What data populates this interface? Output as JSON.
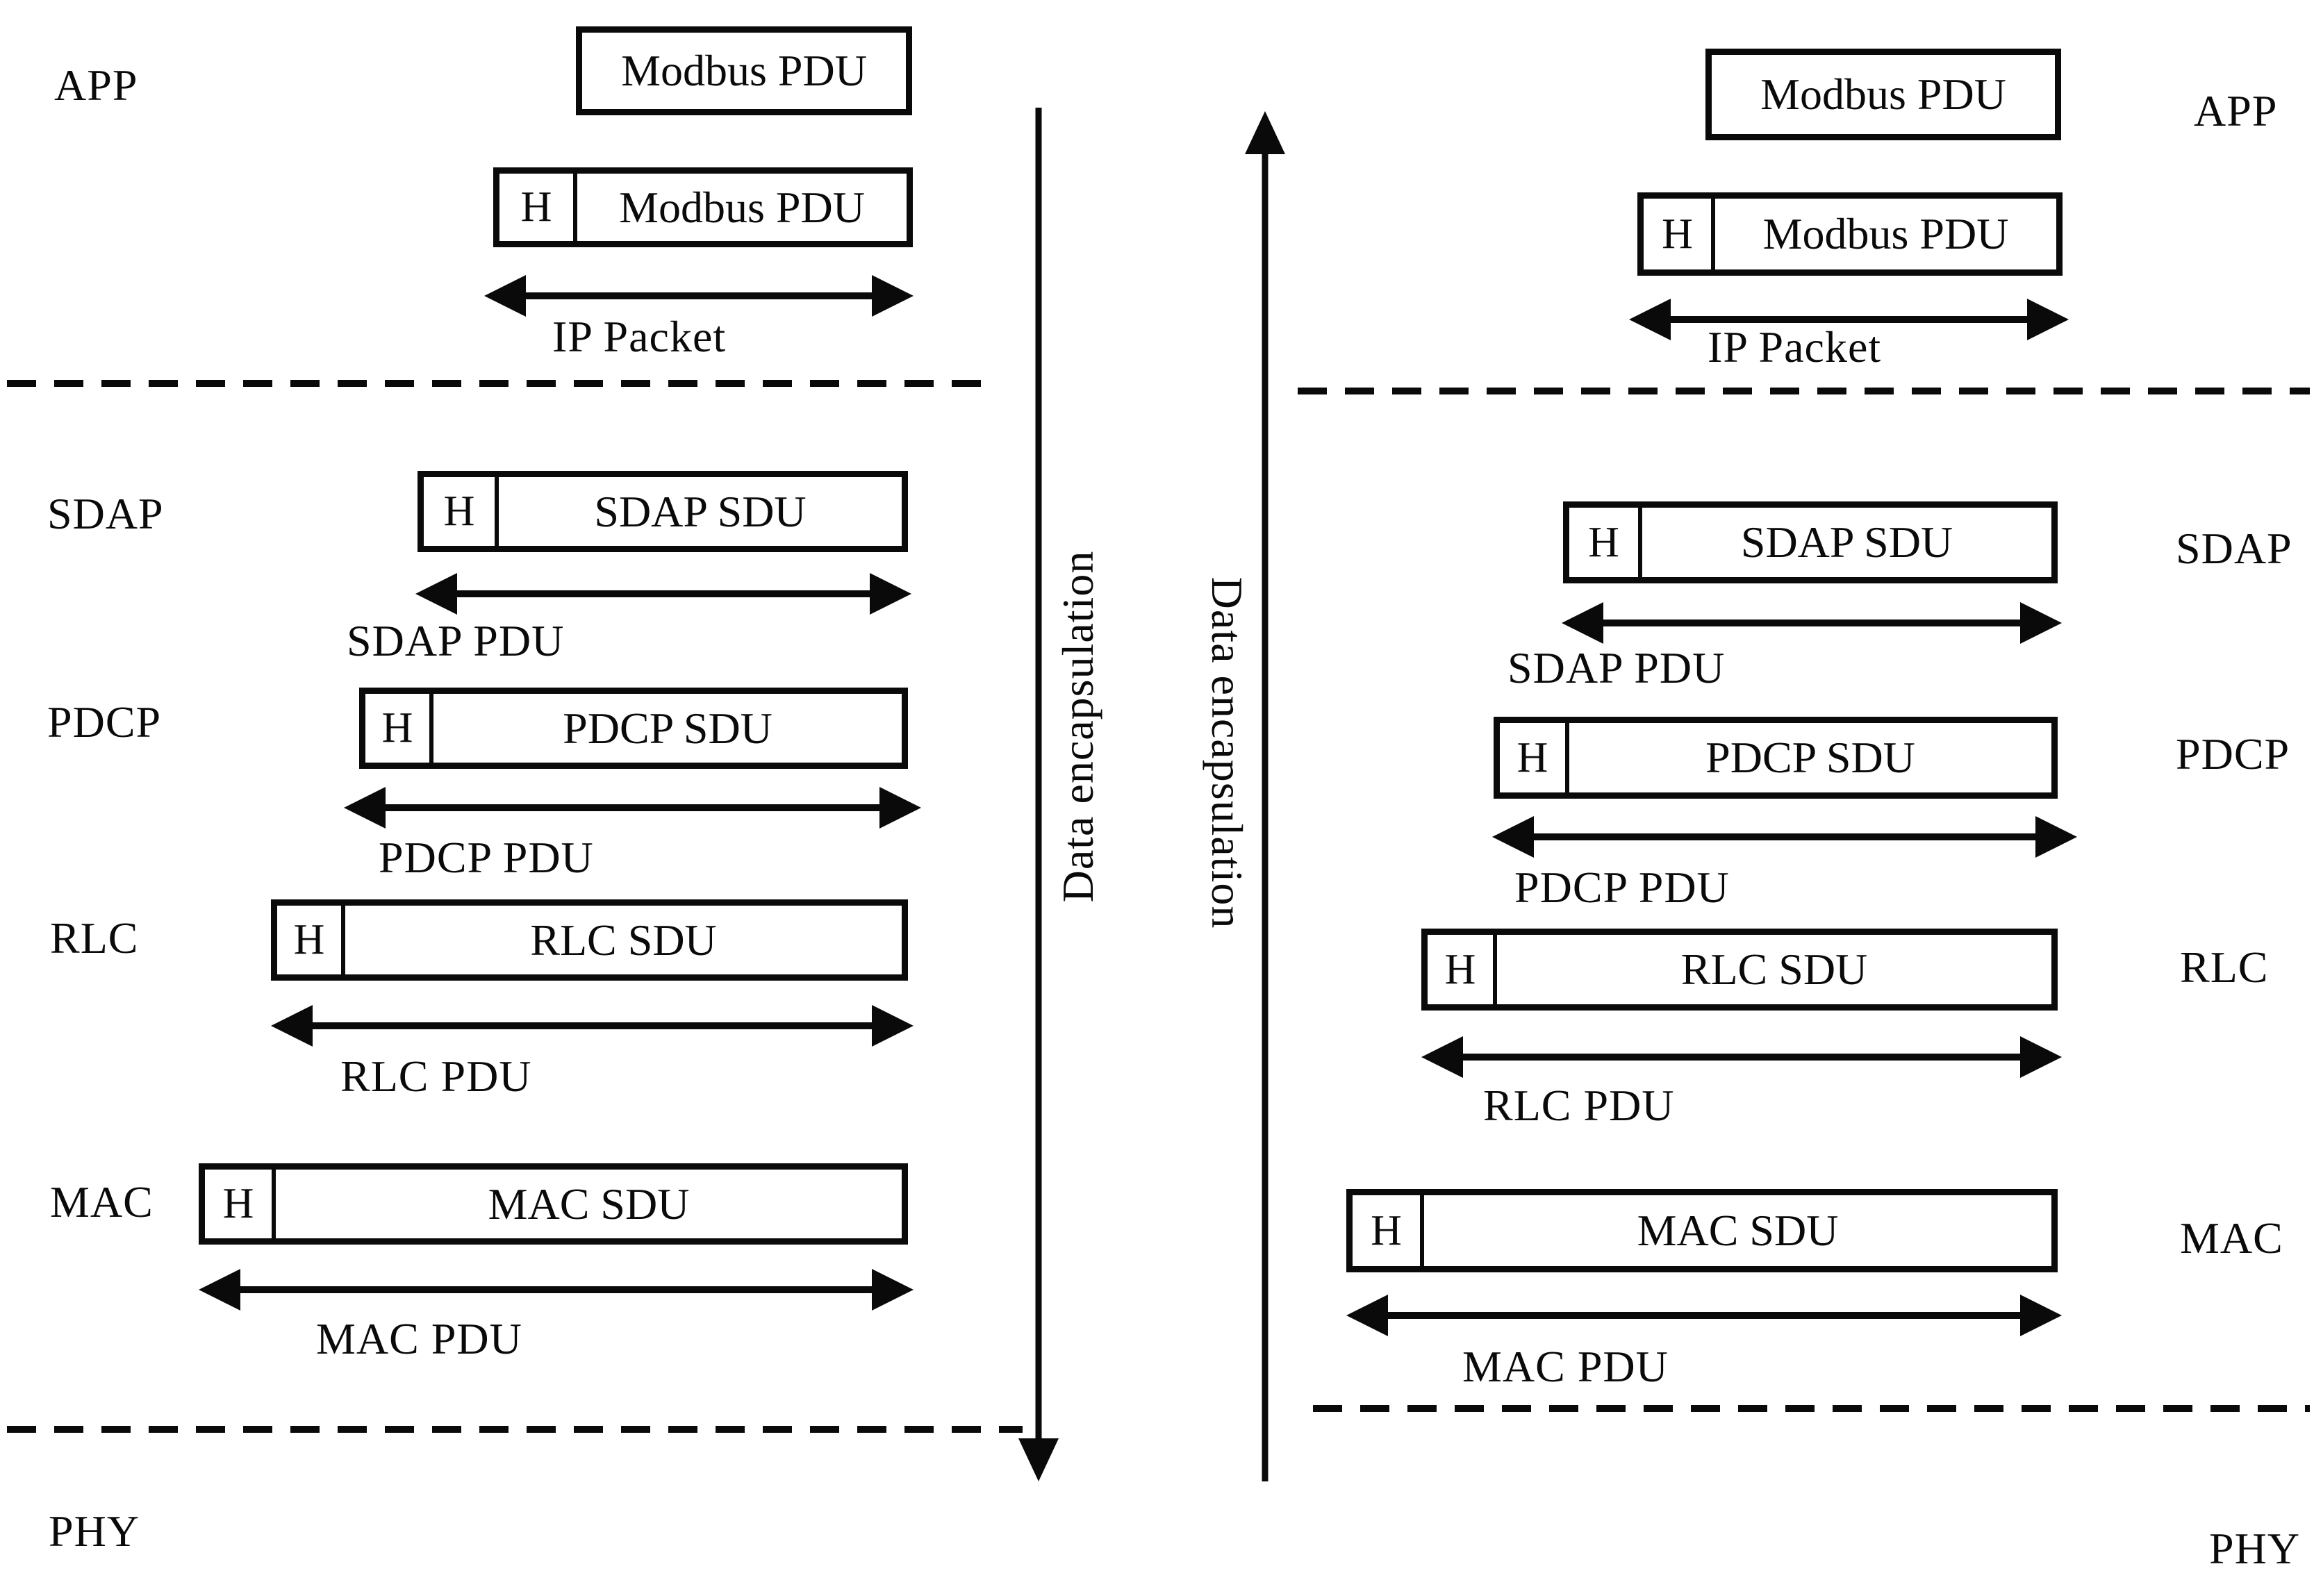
{
  "colors": {
    "ink": "#0a0a0a",
    "background": "#ffffff"
  },
  "center": {
    "down_arrow_label": "Data encapsulation",
    "up_arrow_label": "Data encapsulation"
  },
  "left": {
    "app_label": "APP",
    "top_box_label": "Modbus PDU",
    "ip_box": {
      "header": "H",
      "label": "Modbus PDU"
    },
    "ip_packet_label": "IP Packet",
    "rows": [
      {
        "layer": "SDAP",
        "header": "H",
        "sdu_label": "SDAP SDU",
        "pdu_label": "SDAP PDU"
      },
      {
        "layer": "PDCP",
        "header": "H",
        "sdu_label": "PDCP SDU",
        "pdu_label": "PDCP PDU"
      },
      {
        "layer": "RLC",
        "header": "H",
        "sdu_label": "RLC SDU",
        "pdu_label": "RLC PDU"
      },
      {
        "layer": "MAC",
        "header": "H",
        "sdu_label": "MAC SDU",
        "pdu_label": "MAC PDU"
      }
    ],
    "phy_label": "PHY"
  },
  "right": {
    "app_label": "APP",
    "top_box_label": "Modbus PDU",
    "ip_box": {
      "header": "H",
      "label": "Modbus PDU"
    },
    "ip_packet_label": "IP Packet",
    "rows": [
      {
        "layer": "SDAP",
        "header": "H",
        "sdu_label": "SDAP SDU",
        "pdu_label": "SDAP PDU"
      },
      {
        "layer": "PDCP",
        "header": "H",
        "sdu_label": "PDCP SDU",
        "pdu_label": "PDCP PDU"
      },
      {
        "layer": "RLC",
        "header": "H",
        "sdu_label": "RLC SDU",
        "pdu_label": "RLC PDU"
      },
      {
        "layer": "MAC",
        "header": "H",
        "sdu_label": "MAC SDU",
        "pdu_label": "MAC PDU"
      }
    ],
    "phy_label": "PHY"
  }
}
